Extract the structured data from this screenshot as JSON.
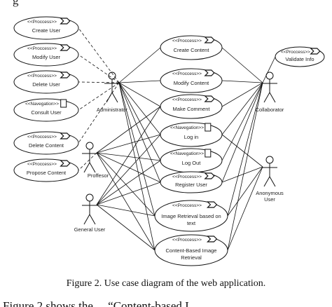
{
  "top_text": "g",
  "caption": "Figure 2. Use case diagram of the web application.",
  "footer_text": "Figure 2 shows the ... “Content-based I",
  "actors": [
    {
      "id": "administrator",
      "label": "Administrator"
    },
    {
      "id": "collaborator",
      "label": "Collaborator"
    },
    {
      "id": "proffesor",
      "label": "Proffesor"
    },
    {
      "id": "general_user",
      "label": "General User"
    },
    {
      "id": "anonymous_user",
      "label": "Anonymous User"
    }
  ],
  "use_cases": [
    {
      "id": "create_user",
      "stereotype": "<<Proccess>>",
      "label": "Create User",
      "icon": "process-icon"
    },
    {
      "id": "modify_user",
      "stereotype": "<<Proccess>>",
      "label": "Modify User",
      "icon": "process-icon"
    },
    {
      "id": "delete_user",
      "stereotype": "<<Proccess>>",
      "label": "Delete User",
      "icon": "process-icon"
    },
    {
      "id": "consult_user",
      "stereotype": "<<Navegation>>",
      "label": "Consult User",
      "icon": "page-icon"
    },
    {
      "id": "delete_content",
      "stereotype": "<<Proccess>>",
      "label": "Delete Content",
      "icon": "process-icon"
    },
    {
      "id": "propose_content",
      "stereotype": "<<Proccess>>",
      "label": "Propose Content",
      "icon": "process-icon"
    },
    {
      "id": "create_content",
      "stereotype": "<<Proccess>>",
      "label": "Create Content",
      "icon": "process-icon"
    },
    {
      "id": "modify_content",
      "stereotype": "<<Proccess>>",
      "label": "Modify Content",
      "icon": "process-icon"
    },
    {
      "id": "make_comment",
      "stereotype": "<<Proccess>>",
      "label": "Make Comment",
      "icon": "process-icon"
    },
    {
      "id": "log_in",
      "stereotype": "<<Navegation>>",
      "label": "Log in",
      "icon": "page-icon"
    },
    {
      "id": "log_out",
      "stereotype": "<<Navegation>>",
      "label": "Log Out",
      "icon": "page-icon"
    },
    {
      "id": "register_user",
      "stereotype": "<<Proccess>>",
      "label": "Register User",
      "icon": "process-icon"
    },
    {
      "id": "image_retrieval_text",
      "stereotype": "<<Proccess>>",
      "label": "Image Retrieval based on",
      "label2": "text",
      "icon": "process-icon"
    },
    {
      "id": "cbir",
      "stereotype": "<<Proccess>>",
      "label": "Content-Based Image",
      "label2": "Retrieval",
      "icon": "process-icon"
    },
    {
      "id": "validate_info",
      "stereotype": "<<Proccess>>",
      "label": "Validate Info",
      "icon": "process-icon"
    }
  ]
}
